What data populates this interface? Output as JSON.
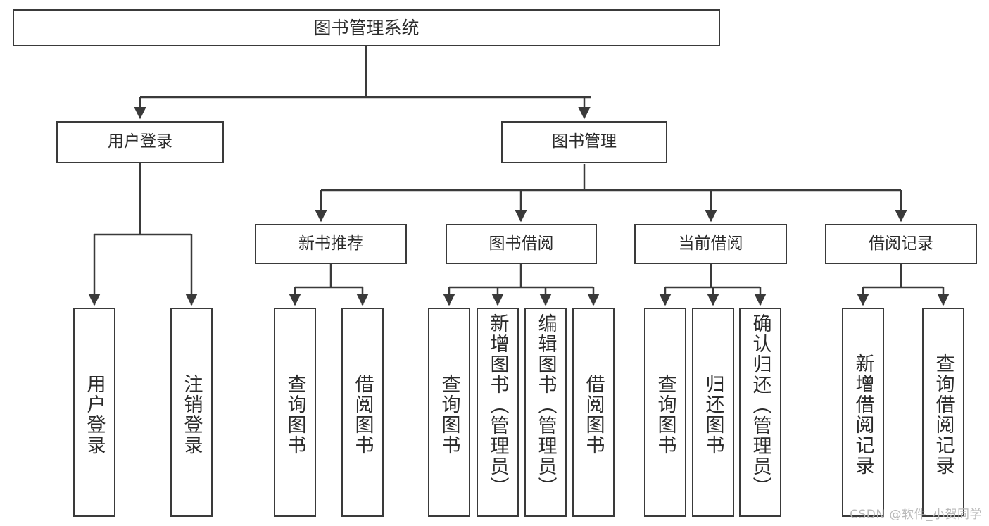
{
  "diagram": {
    "title": "图书管理系统",
    "type": "tree",
    "root": {
      "label": "图书管理系统",
      "children": [
        {
          "label": "用户登录",
          "children": [
            {
              "label": "用户登录"
            },
            {
              "label": "注销登录"
            }
          ]
        },
        {
          "label": "图书管理",
          "children": [
            {
              "label": "新书推荐",
              "children": [
                {
                  "label": "查询图书"
                },
                {
                  "label": "借阅图书"
                }
              ]
            },
            {
              "label": "图书借阅",
              "children": [
                {
                  "label": "查询图书"
                },
                {
                  "label": "新增图书（管理员）"
                },
                {
                  "label": "编辑图书（管理员）"
                },
                {
                  "label": "借阅图书"
                }
              ]
            },
            {
              "label": "当前借阅",
              "children": [
                {
                  "label": "查询图书"
                },
                {
                  "label": "归还图书"
                },
                {
                  "label": "确认归还（管理员）"
                }
              ]
            },
            {
              "label": "借阅记录",
              "children": [
                {
                  "label": "新增借阅记录"
                },
                {
                  "label": "查询借阅记录"
                }
              ]
            }
          ]
        }
      ]
    },
    "nodes": {
      "root": "图书管理系统",
      "l1_user_login": "用户登录",
      "l1_book_manage": "图书管理",
      "l2_new_book": "新书推荐",
      "l2_book_borrow": "图书借阅",
      "l2_current_borrow": "当前借阅",
      "l2_borrow_record": "借阅记录",
      "leaf_user_login": "用户登录",
      "leaf_logout": "注销登录",
      "leaf_nb_query": "查询图书",
      "leaf_nb_borrow": "借阅图书",
      "leaf_bb_query": "查询图书",
      "leaf_bb_add": "新增图书（管理员）",
      "leaf_bb_edit": "编辑图书（管理员）",
      "leaf_bb_borrow": "借阅图书",
      "leaf_cb_query": "查询图书",
      "leaf_cb_return": "归还图书",
      "leaf_cb_confirm": "确认归还（管理员）",
      "leaf_br_add": "新增借阅记录",
      "leaf_br_query": "查询借阅记录"
    },
    "colors": {
      "border": "#3a3a3a",
      "text": "#2b2b2b",
      "background": "#ffffff",
      "watermark": "#b9b9b9"
    }
  },
  "watermark": "CSDN @软件_小贺同学"
}
